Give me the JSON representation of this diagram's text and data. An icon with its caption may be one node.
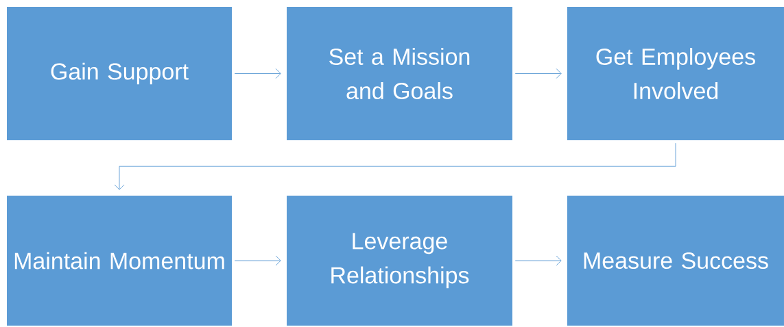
{
  "diagram": {
    "nodes": [
      {
        "text": [
          "Gain Support"
        ]
      },
      {
        "text": [
          "Set a Mission and Goals"
        ]
      },
      {
        "text": [
          "Get Employees Involved"
        ]
      },
      {
        "text": [
          "Maintain Momentum"
        ]
      },
      {
        "text": [
          "Leverage Relationships"
        ]
      },
      {
        "text": [
          "Measure Success"
        ]
      }
    ],
    "edges": [
      {
        "from": 0,
        "to": 1,
        "arrow": "to"
      },
      {
        "from": 1,
        "to": 2,
        "arrow": "to"
      },
      {
        "from": 2,
        "to": 3,
        "arrow": "to"
      },
      {
        "from": 3,
        "to": 4,
        "arrow": "to"
      },
      {
        "from": 4,
        "to": 5,
        "arrow": "to"
      }
    ]
  }
}
